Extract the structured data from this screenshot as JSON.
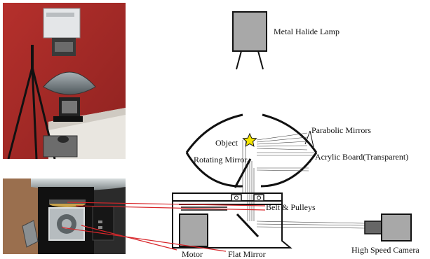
{
  "labels": {
    "lamp": "Metal Halide Lamp",
    "parabolic_mirrors": "Parabolic Mirrors",
    "object": "Object",
    "acrylic_board": "Acrylic Board(Transparent)",
    "rotating_mirror": "Rotating Mirror",
    "belt_pulleys": "Belt & Pulleys",
    "motor": "Motor",
    "flat_mirror": "Flat Mirror",
    "camera": "High Speed Camera"
  },
  "colors": {
    "pointer_lines": "#d8262a",
    "object_star": "#f5e600",
    "lamp_fill": "#a8a8a8",
    "camera_fill": "#a8a8a8",
    "motor_fill": "#a8a8a8"
  }
}
